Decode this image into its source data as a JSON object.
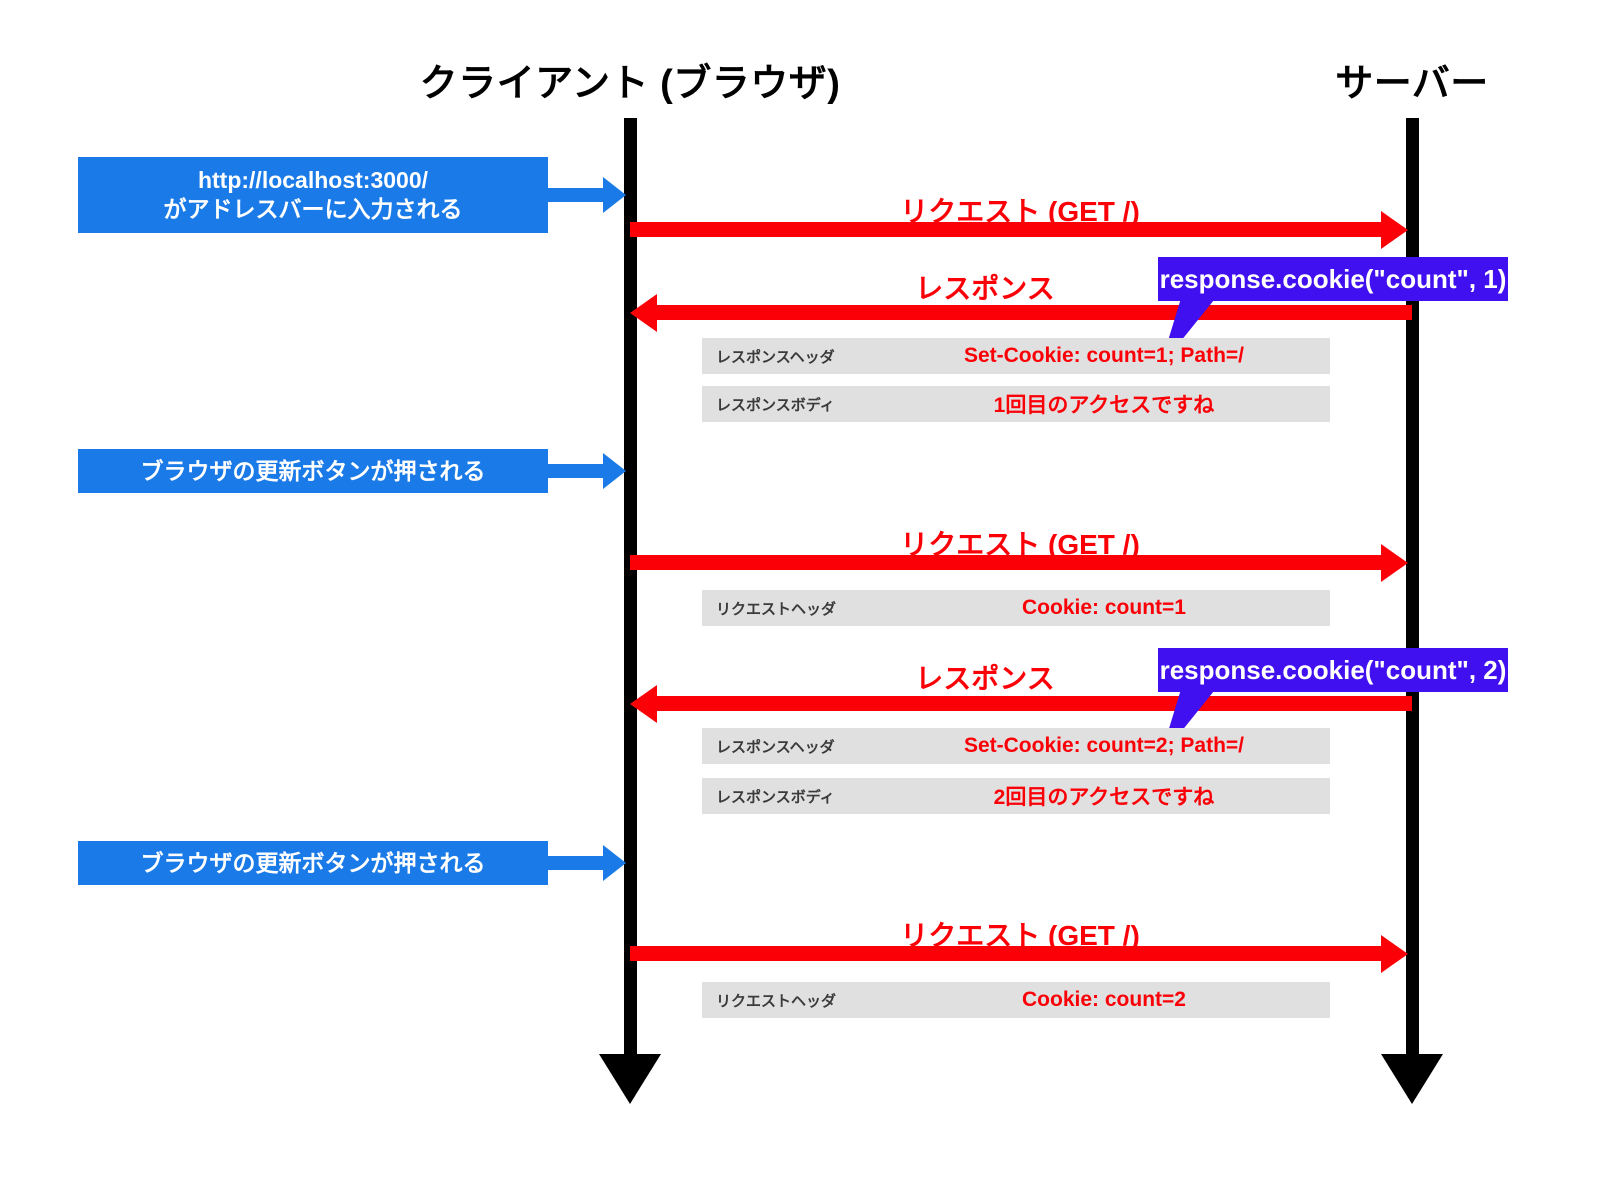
{
  "diagram": {
    "title_client": "クライアント (ブラウザ)",
    "title_server": "サーバー",
    "colors": {
      "client_event": "#1a7ae8",
      "message": "#fb0007",
      "callout": "#4010f0",
      "detail_row": "#e0e0e0",
      "lifeline": "#000000"
    }
  },
  "events": [
    {
      "label": "http://localhost:3000/\nがアドレスバーに入力される",
      "line1": "http://localhost:3000/",
      "line2": "がアドレスバーに入力される"
    },
    {
      "label": "ブラウザの更新ボタンが押される"
    },
    {
      "label": "ブラウザの更新ボタンが押される"
    }
  ],
  "messages": [
    {
      "id": "req1",
      "label": "リクエスト (GET /)",
      "direction": "client-to-server"
    },
    {
      "id": "res1",
      "label": "レスポンス",
      "direction": "server-to-client"
    },
    {
      "id": "req2",
      "label": "リクエスト (GET /)",
      "direction": "client-to-server"
    },
    {
      "id": "res2",
      "label": "レスポンス",
      "direction": "server-to-client"
    },
    {
      "id": "req3",
      "label": "リクエスト (GET /)",
      "direction": "client-to-server"
    }
  ],
  "details": [
    {
      "key": "レスポンスヘッダ",
      "value": "Set-Cookie: count=1; Path=/"
    },
    {
      "key": "レスポンスボディ",
      "value": "1回目のアクセスですね"
    },
    {
      "key": "リクエストヘッダ",
      "value": "Cookie: count=1"
    },
    {
      "key": "レスポンスヘッダ",
      "value": "Set-Cookie: count=2; Path=/"
    },
    {
      "key": "レスポンスボディ",
      "value": "2回目のアクセスですね"
    },
    {
      "key": "リクエストヘッダ",
      "value": "Cookie: count=2"
    }
  ],
  "callouts": [
    {
      "text": "response.cookie(\"count\", 1)"
    },
    {
      "text": "response.cookie(\"count\", 2)"
    }
  ]
}
